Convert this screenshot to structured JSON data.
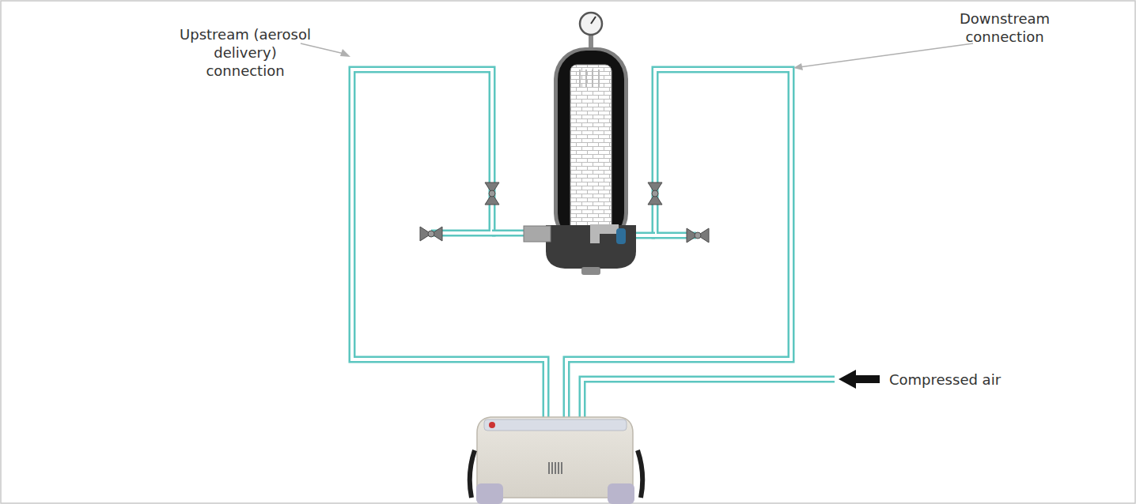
{
  "diagram": {
    "labels": [
      "Upstream (aerosol delivery) connection",
      "Downstream connection",
      "Compressed air"
    ]
  }
}
